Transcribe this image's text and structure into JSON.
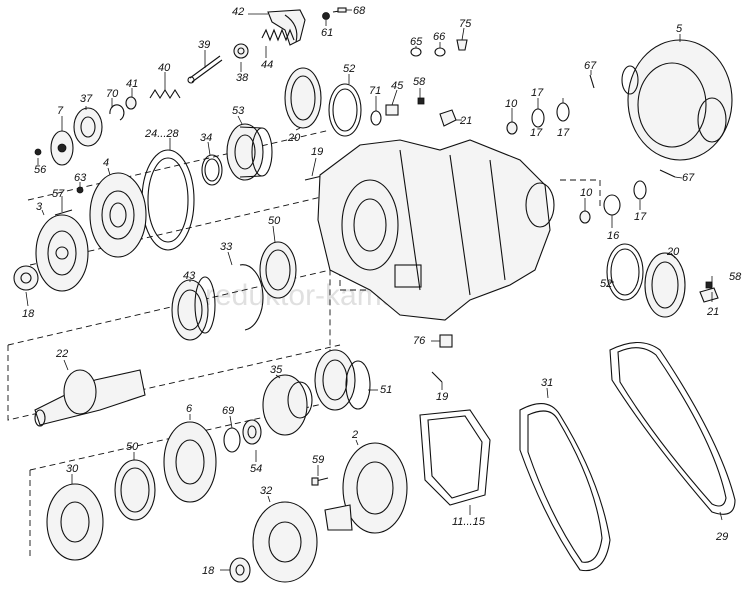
{
  "watermark": "reduktor-kamaz.ru",
  "callouts": [
    "42",
    "68",
    "61",
    "75",
    "5",
    "66",
    "65",
    "39",
    "40",
    "41",
    "70",
    "37",
    "7",
    "38",
    "44",
    "52",
    "45",
    "71",
    "58",
    "10",
    "17",
    "67",
    "24...28",
    "34",
    "53",
    "20",
    "21",
    "56",
    "57",
    "4",
    "63",
    "3",
    "19",
    "16",
    "50",
    "33",
    "43",
    "18",
    "22",
    "35",
    "51",
    "76",
    "6",
    "69",
    "30",
    "54",
    "59",
    "2",
    "32",
    "11...15",
    "31",
    "29"
  ]
}
